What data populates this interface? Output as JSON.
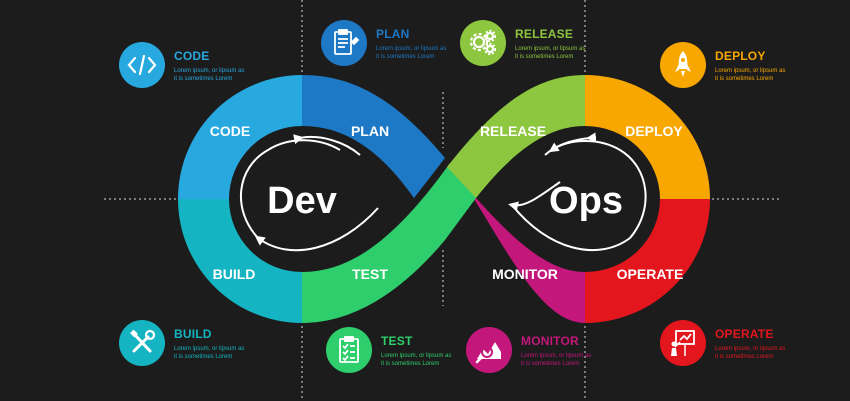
{
  "colors": {
    "background": "#1c1c1c",
    "code": "#27a9e0",
    "plan": "#1d79c6",
    "release": "#8dc63f",
    "deploy": "#f7a700",
    "operate": "#e3161d",
    "monitor": "#c4177c",
    "test": "#2fce6c",
    "build": "#14b4c2"
  },
  "loop": {
    "left_label": "Dev",
    "right_label": "Ops",
    "segments": {
      "code": "CODE",
      "plan": "PLAN",
      "release": "RELEASE",
      "deploy": "DEPLOY",
      "build": "BUILD",
      "test": "TEST",
      "monitor": "MONITOR",
      "operate": "OPERATE"
    }
  },
  "callouts": {
    "code": {
      "title": "CODE",
      "line1": "Lorem ipsum, or lipsum as",
      "line2": "it is sometimes Lorem",
      "icon": "code-brackets-icon"
    },
    "plan": {
      "title": "PLAN",
      "line1": "Lorem ipsum, or lipsum as",
      "line2": "it is sometimes Lorem",
      "icon": "clipboard-pencil-icon"
    },
    "release": {
      "title": "RELEASE",
      "line1": "Lorem ipsum, or lipsum as",
      "line2": "it is sometimes Lorem",
      "icon": "gears-icon"
    },
    "deploy": {
      "title": "DEPLOY",
      "line1": "Lorem ipsum, or lipsum as",
      "line2": "it is sometimes Lorem",
      "icon": "rocket-icon"
    },
    "build": {
      "title": "BUILD",
      "line1": "Lorem ipsum, or lipsum as",
      "line2": "it is sometimes Lorem",
      "icon": "wrench-screwdriver-icon"
    },
    "test": {
      "title": "TEST",
      "line1": "Lorem ipsum, or lipsum as",
      "line2": "it is sometimes Lorem",
      "icon": "checklist-icon"
    },
    "monitor": {
      "title": "MONITOR",
      "line1": "Lorem ipsum, or lipsum as",
      "line2": "it is sometimes Lorem",
      "icon": "magnifier-chart-icon"
    },
    "operate": {
      "title": "OPERATE",
      "line1": "Lorem ipsum, or lipsum as",
      "line2": "it is sometimes Lorem",
      "icon": "presenter-icon"
    }
  }
}
